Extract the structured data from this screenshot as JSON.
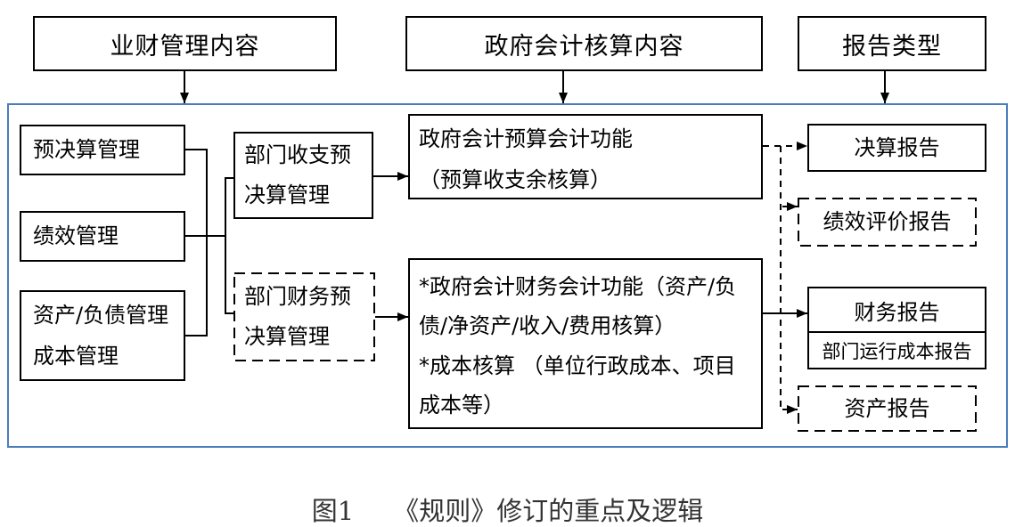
{
  "headers": {
    "business": "业财管理内容",
    "accounting": "政府会计核算内容",
    "report_type": "报告类型"
  },
  "business_items": {
    "budget": "预决算管理",
    "performance": "绩效管理",
    "asset_lines": [
      "资产/负债管理",
      "成本管理"
    ]
  },
  "dept_items": {
    "income_expense_lines": [
      "部门收支预",
      "决算管理"
    ],
    "finance_lines": [
      "部门财务预",
      "决算管理"
    ]
  },
  "accounting_items": {
    "budget_lines": [
      "政府会计预算会计功能",
      "（预算收支余核算）"
    ],
    "finance_lines": [
      "*政府会计财务会计功能（资产/负",
      "债/净资产/收入/费用核算）",
      "*成本核算 （单位行政成本、项目",
      "成本等）"
    ]
  },
  "reports": {
    "final_accounts": "决算报告",
    "performance_eval": "绩效评价报告",
    "financial": "财务报告",
    "operating_cost": "部门运行成本报告",
    "assets": "资产报告"
  },
  "caption": {
    "figure_number": "图1",
    "title": "《规则》修订的重点及逻辑"
  },
  "colors": {
    "frame_border": "#4a7ebb",
    "line": "#000000",
    "caption_text": "#333333"
  }
}
